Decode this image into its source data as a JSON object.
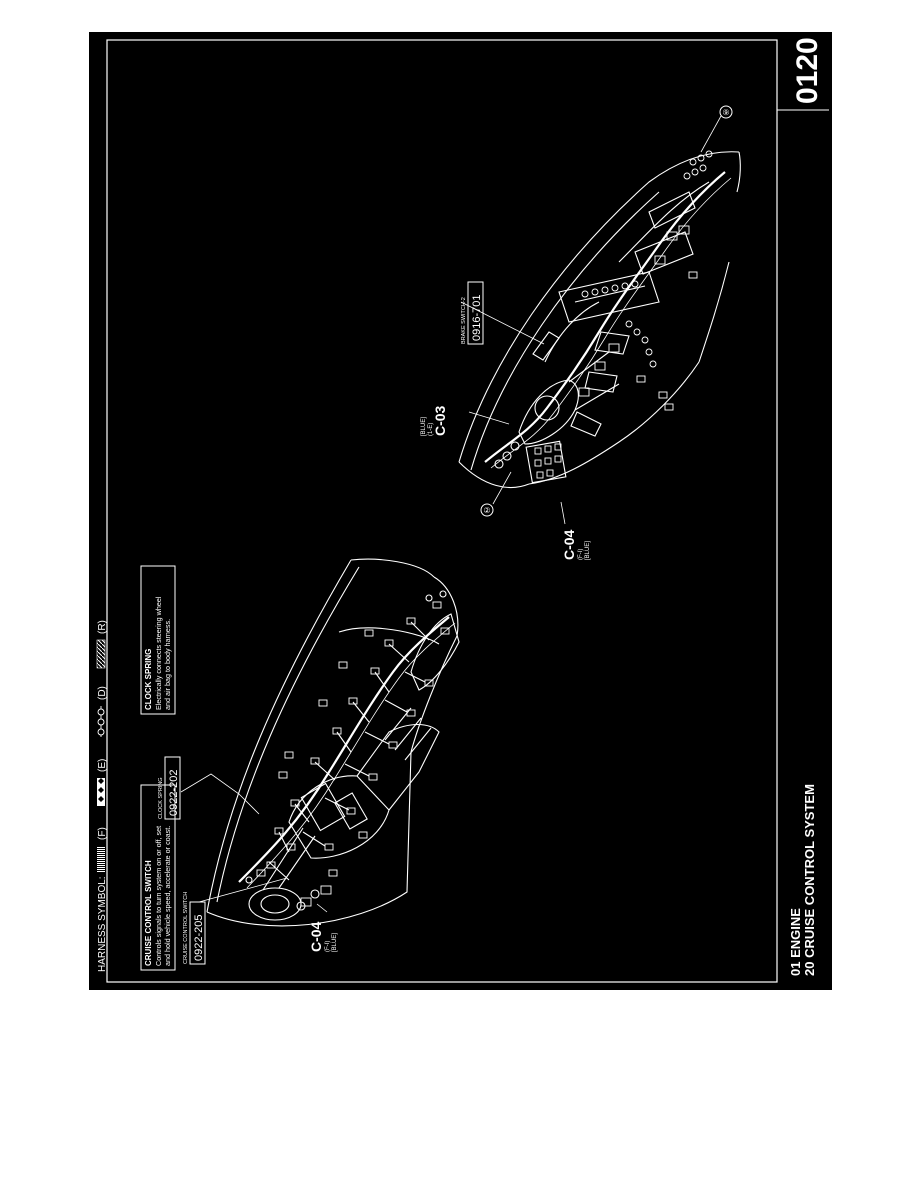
{
  "page_number": "0120",
  "footer": {
    "line1": "01  ENGINE",
    "line2": "20  CRUISE CONTROL SYSTEM"
  },
  "harness_legend": {
    "title": "HARNESS SYMBOL:",
    "items": [
      {
        "code": "(F)",
        "pattern": "dense-hatch"
      },
      {
        "code": "(E)",
        "pattern": "diamonds"
      },
      {
        "code": "(D)",
        "pattern": "circles"
      },
      {
        "code": "(R)",
        "pattern": "diagonal-hatch"
      }
    ]
  },
  "info_boxes": [
    {
      "title": "CRUISE CONTROL SWITCH",
      "line1": "Controls signals to turn system on or off, set",
      "line2": "and hold vehicle speed, accelerate or coast."
    },
    {
      "title": "CLOCK SPRING",
      "line1": "Electrically connects steering wheel",
      "line2": "and air bag to body harness."
    }
  ],
  "component_labels": [
    {
      "name": "CRUISE CONTROL SWITCH",
      "code": "0922-205"
    },
    {
      "name": "CLOCK SPRING",
      "code": "0922-202"
    },
    {
      "name": "BRAKE SWITCH-2",
      "code": "0916-701"
    }
  ],
  "connectors": [
    {
      "id": "C-04",
      "line2": "(F-I)",
      "line3": "[BLUE]"
    },
    {
      "id": "C-03",
      "line2": "(1-E)",
      "line3": "[BLUE]"
    },
    {
      "id": "C-04",
      "line2": "(F-I)",
      "line3": "[BLUE]"
    }
  ],
  "callouts": [
    "②",
    "⑨"
  ],
  "colors": {
    "background": "#000000",
    "ink": "#ffffff",
    "page": "#ffffff"
  }
}
